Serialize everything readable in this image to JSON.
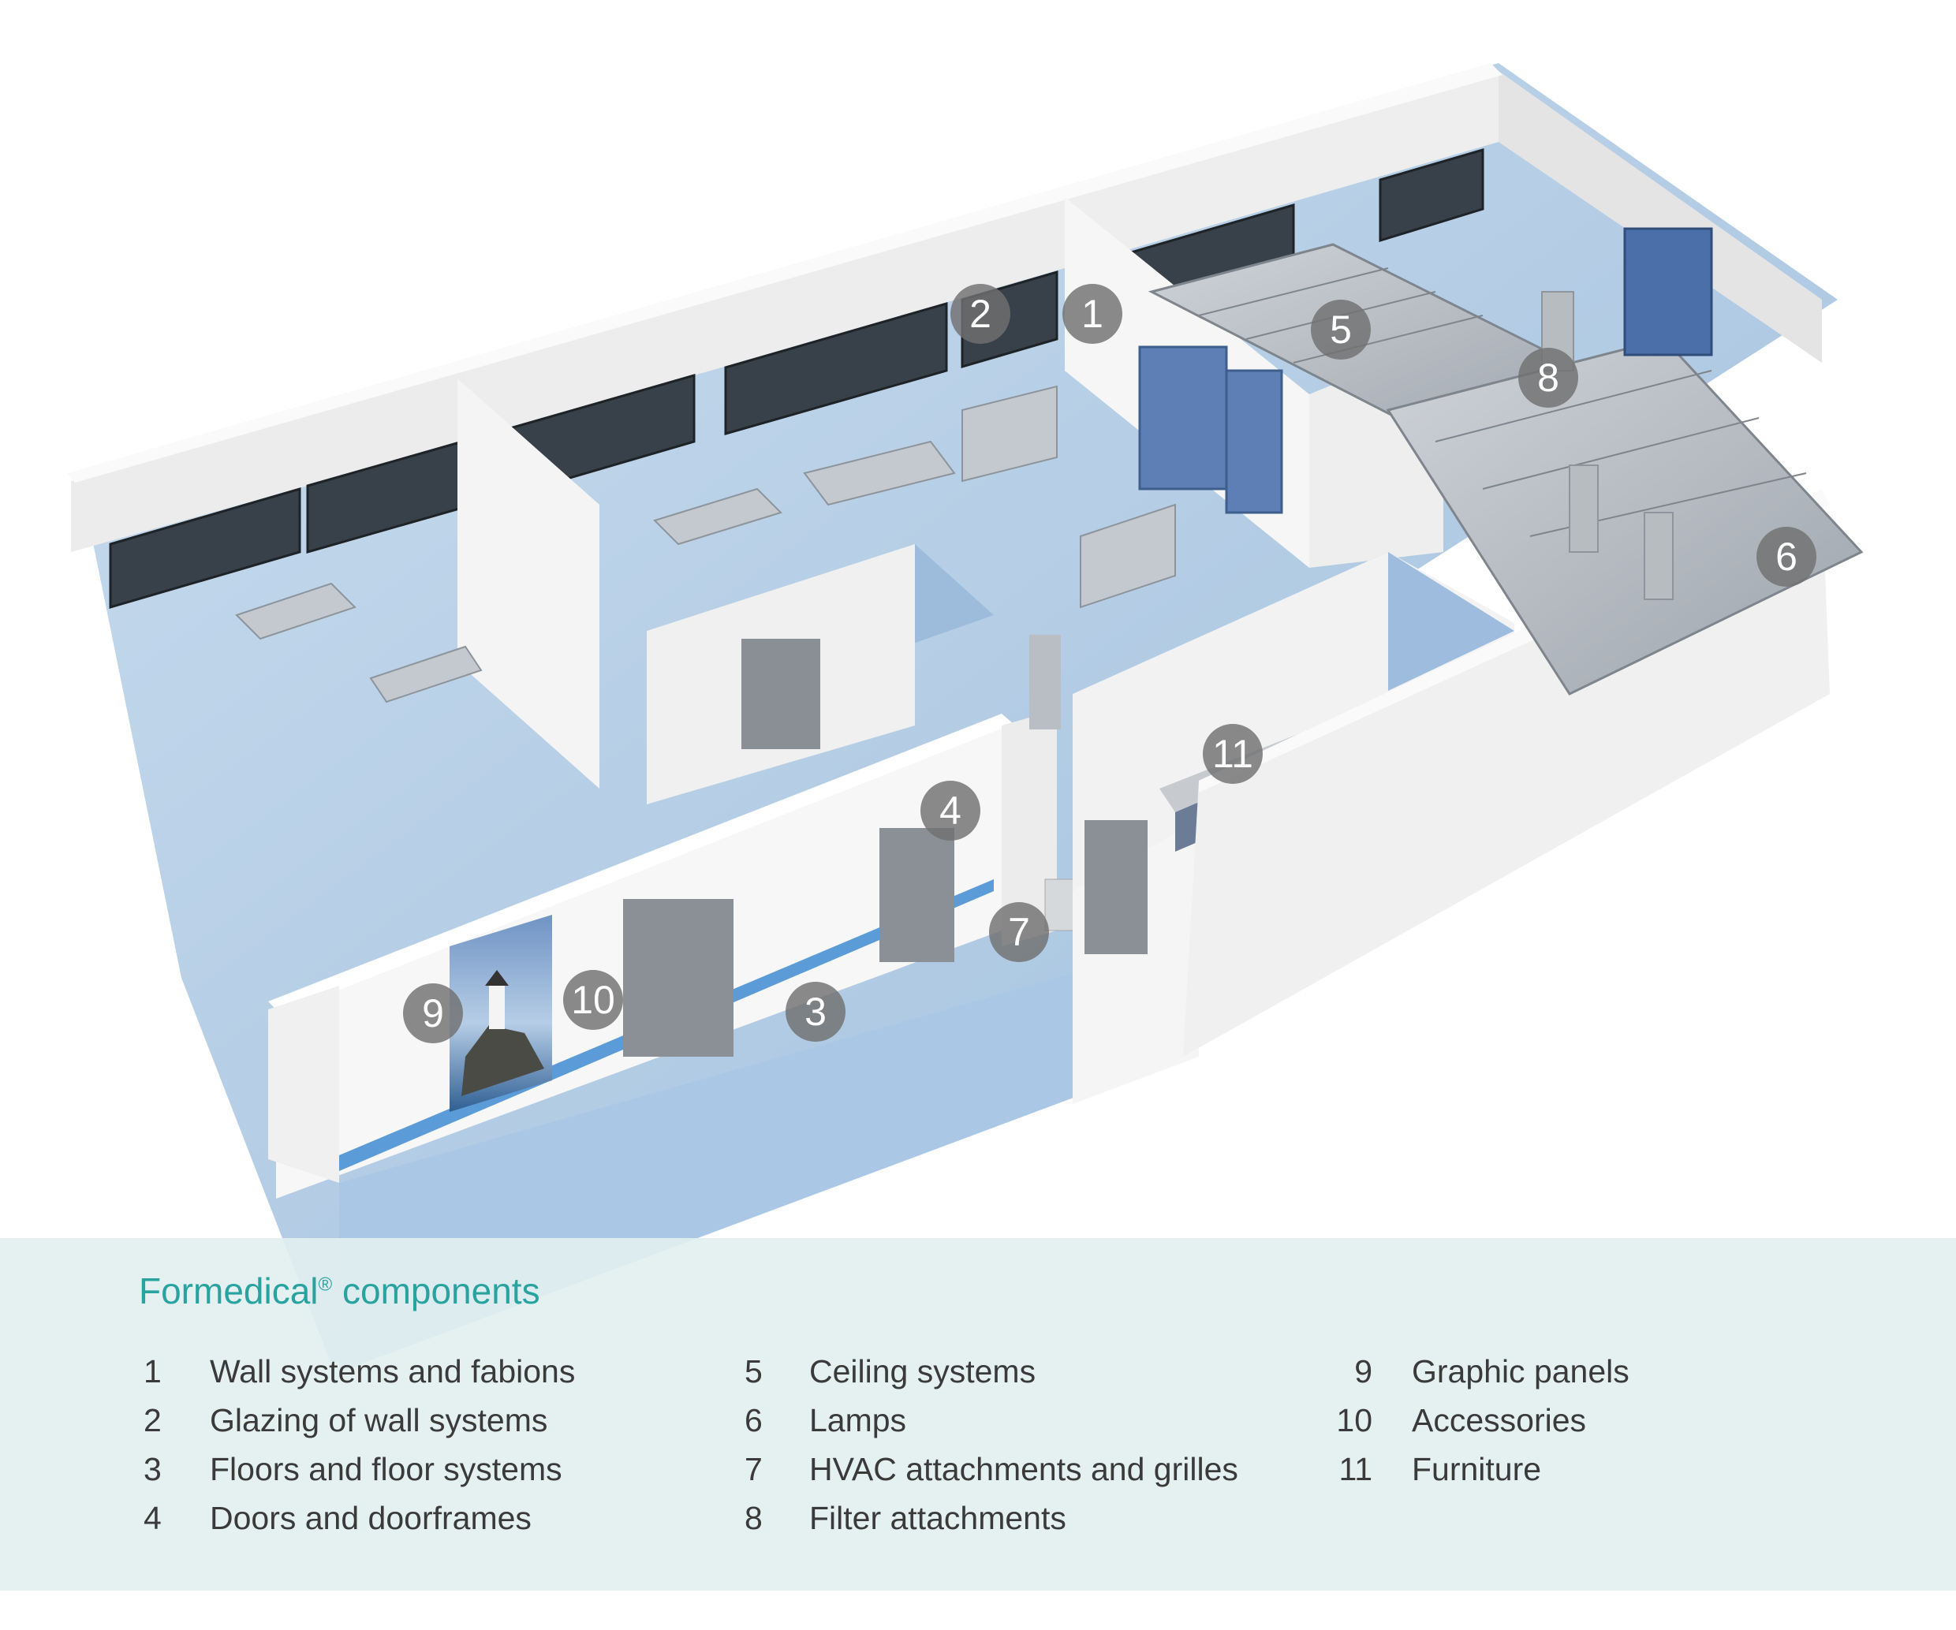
{
  "markers": [
    "1",
    "2",
    "3",
    "4",
    "5",
    "6",
    "7",
    "8",
    "9",
    "10",
    "11"
  ],
  "legend": {
    "title": "Formedical",
    "title_mark": "®",
    "title_rest": " components",
    "col1": [
      {
        "num": "1",
        "text": "Wall systems and fabions"
      },
      {
        "num": "2",
        "text": "Glazing of wall systems"
      },
      {
        "num": "3",
        "text": "Floors and floor systems"
      },
      {
        "num": "4",
        "text": "Doors and doorframes"
      }
    ],
    "col2": [
      {
        "num": "5",
        "text": "Ceiling systems"
      },
      {
        "num": "6",
        "text": "Lamps"
      },
      {
        "num": "7",
        "text": "HVAC attachments and grilles"
      },
      {
        "num": "8",
        "text": "Filter attachments"
      }
    ],
    "col3": [
      {
        "num": "9",
        "text": "Graphic panels"
      },
      {
        "num": "10",
        "text": "Accessories"
      },
      {
        "num": "11",
        "text": "Furniture"
      }
    ]
  },
  "colors": {
    "floor": "#a9c6e0",
    "wall": "#f2f2f2",
    "accent_stripe": "#5b9bd8",
    "title_teal": "#29a3a0",
    "marker_gray": "#707070"
  }
}
